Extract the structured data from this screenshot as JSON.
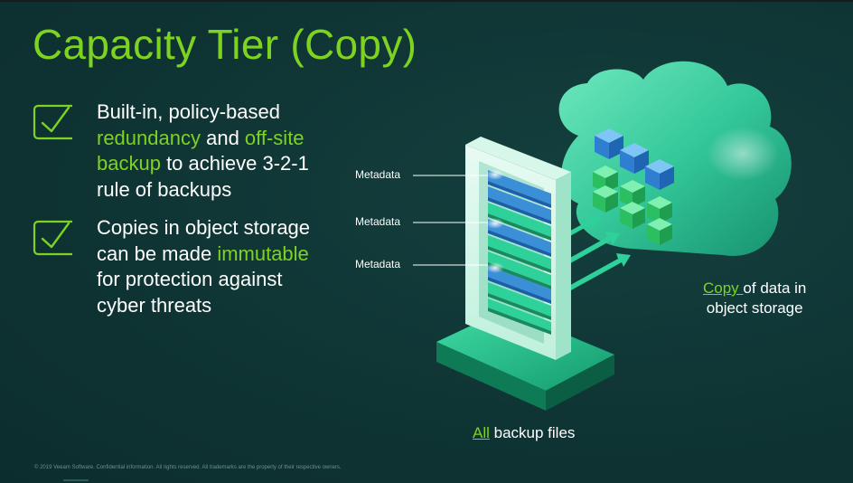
{
  "slide": {
    "title": "Capacity Tier (Copy)",
    "bullets": [
      {
        "lines": [
          [
            {
              "t": "Built-in, policy-based",
              "hl": false
            }
          ],
          [
            {
              "t": "redundancy",
              "hl": true
            },
            {
              "t": " and ",
              "hl": false
            },
            {
              "t": "off-site",
              "hl": true
            }
          ],
          [
            {
              "t": "backup",
              "hl": true
            },
            {
              "t": " to achieve 3-2-1",
              "hl": false
            }
          ],
          [
            {
              "t": "rule of backups",
              "hl": false
            }
          ]
        ]
      },
      {
        "lines": [
          [
            {
              "t": "Copies in object storage",
              "hl": false
            }
          ],
          [
            {
              "t": "can be made ",
              "hl": false
            },
            {
              "t": "immutable",
              "hl": true
            }
          ],
          [
            {
              "t": "for protection against",
              "hl": false
            }
          ],
          [
            {
              "t": "cyber threats",
              "hl": false
            }
          ]
        ]
      }
    ],
    "metadata_labels": [
      "Metadata",
      "Metadata",
      "Metadata"
    ],
    "caption_cloud": {
      "highlight": "Copy ",
      "line1_rest": "of data in",
      "line2": "object storage"
    },
    "caption_server": {
      "highlight": "All",
      "rest": " backup files"
    },
    "footer": "© 2019 Veeam Software. Confidential information. All rights reserved. All trademarks are the property of their respective owners.",
    "colors": {
      "accent": "#7ed321",
      "background": "#0f3434",
      "text": "#ffffff",
      "teal": "#2fd19a",
      "blue": "#3a8fd6"
    },
    "icons": [
      "checkbox-icon",
      "checkbox-icon"
    ]
  }
}
